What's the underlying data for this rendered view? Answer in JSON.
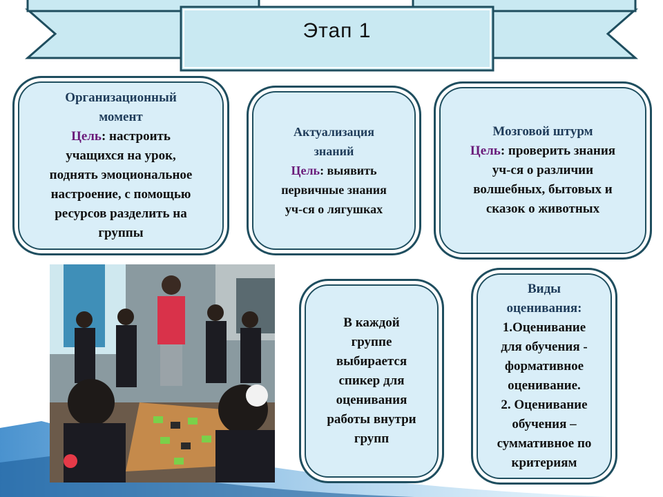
{
  "title": "Этап 1",
  "cards": [
    {
      "heading_lines": [
        "Организационный",
        "момент"
      ],
      "goal_word": "Цель",
      "goal_rest": ": настроить",
      "lines": [
        "учащихся на урок,",
        "поднять эмоциональное",
        "настроение, с помощью",
        "ресурсов разделить на",
        "группы"
      ]
    },
    {
      "heading_lines": [
        "Актуализация",
        "знаний"
      ],
      "goal_word": "Цель",
      "goal_rest": ": выявить",
      "lines": [
        "первичные знания",
        "уч-ся о лягушках"
      ]
    },
    {
      "heading_lines": [
        "Мозговой штурм"
      ],
      "goal_word": "Цель",
      "goal_rest": ": проверить знания",
      "lines": [
        "уч-ся о различии",
        "волшебных, бытовых и",
        "сказок о животных"
      ]
    },
    {
      "lines": [
        "В каждой",
        "группе",
        "выбирается",
        "спикер для",
        "оценивания",
        "работы внутри",
        "групп"
      ]
    },
    {
      "heading_lines": [
        "Виды",
        "оценивания:"
      ],
      "lines": [
        "1.Оценивание",
        "для обучения -",
        "формативное",
        "оценивание.",
        "2. Оценивание",
        "обучения –",
        "суммативное по",
        "критериям"
      ]
    }
  ],
  "colors": {
    "banner_fill": "#c9e9f2",
    "banner_border": "#1f4e5f",
    "card_fill": "#d9eef8",
    "card_border": "#1f4e5f",
    "goal_word": "#6a1b7a",
    "heading": "#1f3c5a",
    "corner_accent": "#3a8fd0"
  },
  "photo": {
    "content": "classroom-group-work-photo"
  }
}
